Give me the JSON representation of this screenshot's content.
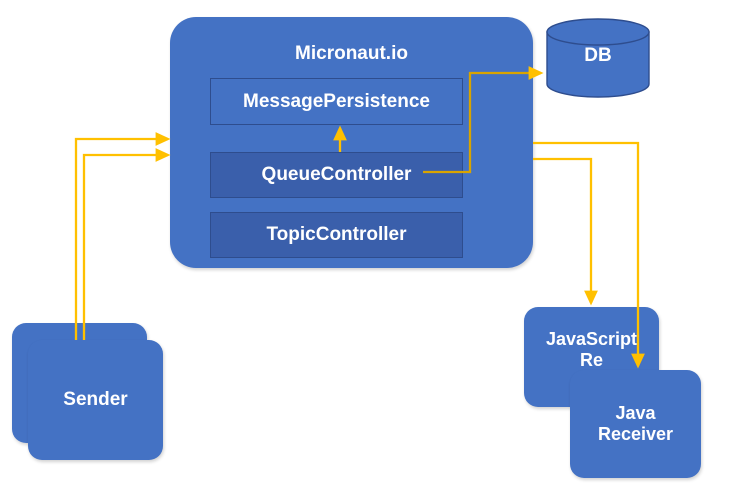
{
  "diagram": {
    "title": "Micronaut.io messaging architecture",
    "colors": {
      "node_fill": "#4472C4",
      "inner_fill": "#3A5FAB",
      "inner_border": "#2E4D8E",
      "arrow": "#FFC000",
      "background": "#FFFFFF",
      "text": "#FFFFFF"
    }
  },
  "nodes": {
    "micronaut": {
      "label": "Micronaut.io",
      "children": {
        "message_persistence": "MessagePersistence",
        "queue_controller": "QueueController",
        "topic_controller": "TopicController"
      }
    },
    "db": {
      "label": "DB",
      "shape": "cylinder"
    },
    "sender": {
      "label": "Sender",
      "stacked": true
    },
    "javascript_receiver": {
      "label_line1": "JavaScript",
      "label_line2": "Re"
    },
    "java_receiver": {
      "label_line1": "Java",
      "label_line2": "Receiver"
    }
  },
  "edges": [
    {
      "id": "sender-to-queue",
      "from": "Sender",
      "to": "QueueController",
      "style": "orthogonal-arrow"
    },
    {
      "id": "sender-to-topic",
      "from": "Sender",
      "to": "TopicController",
      "style": "orthogonal-arrow"
    },
    {
      "id": "queue-to-persistence",
      "from": "QueueController",
      "to": "MessagePersistence",
      "style": "straight-arrow-up"
    },
    {
      "id": "persistence-to-db",
      "from": "MessagePersistence",
      "to": "DB",
      "style": "orthogonal-arrow"
    },
    {
      "id": "micronaut-to-javascript-receiver",
      "from": "Micronaut.io",
      "to": "JavaScript Receiver",
      "style": "orthogonal-arrow"
    },
    {
      "id": "micronaut-to-java-receiver",
      "from": "Micronaut.io",
      "to": "Java Receiver",
      "style": "orthogonal-arrow"
    }
  ]
}
